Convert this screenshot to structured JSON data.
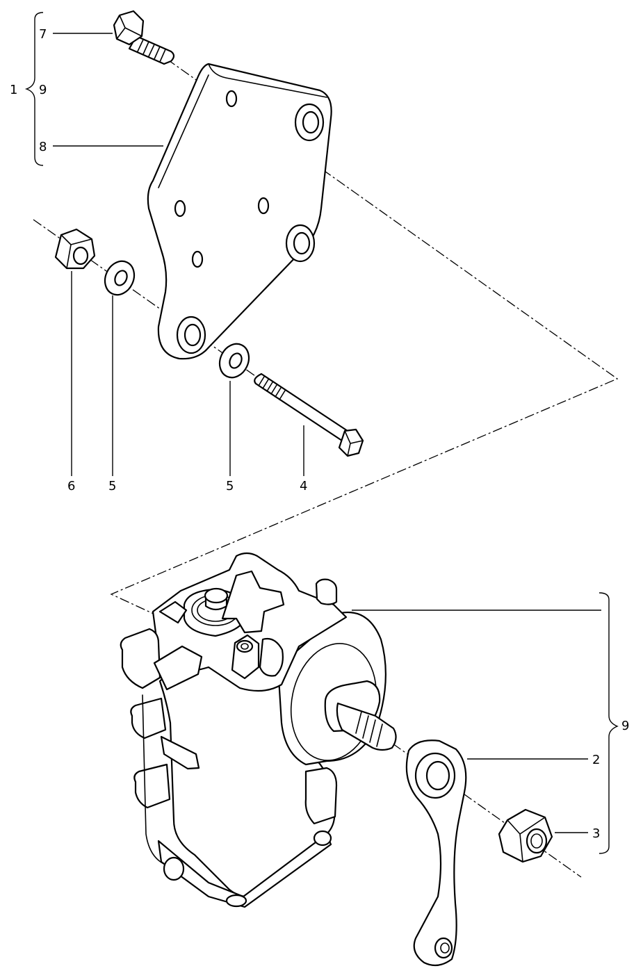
{
  "callouts": {
    "c1": "1",
    "c2": "2",
    "c3": "3",
    "c4": "4",
    "c5a": "5",
    "c5b": "5",
    "c6": "6",
    "c7": "7",
    "c8": "8",
    "c9a": "9",
    "c9b": "9"
  }
}
